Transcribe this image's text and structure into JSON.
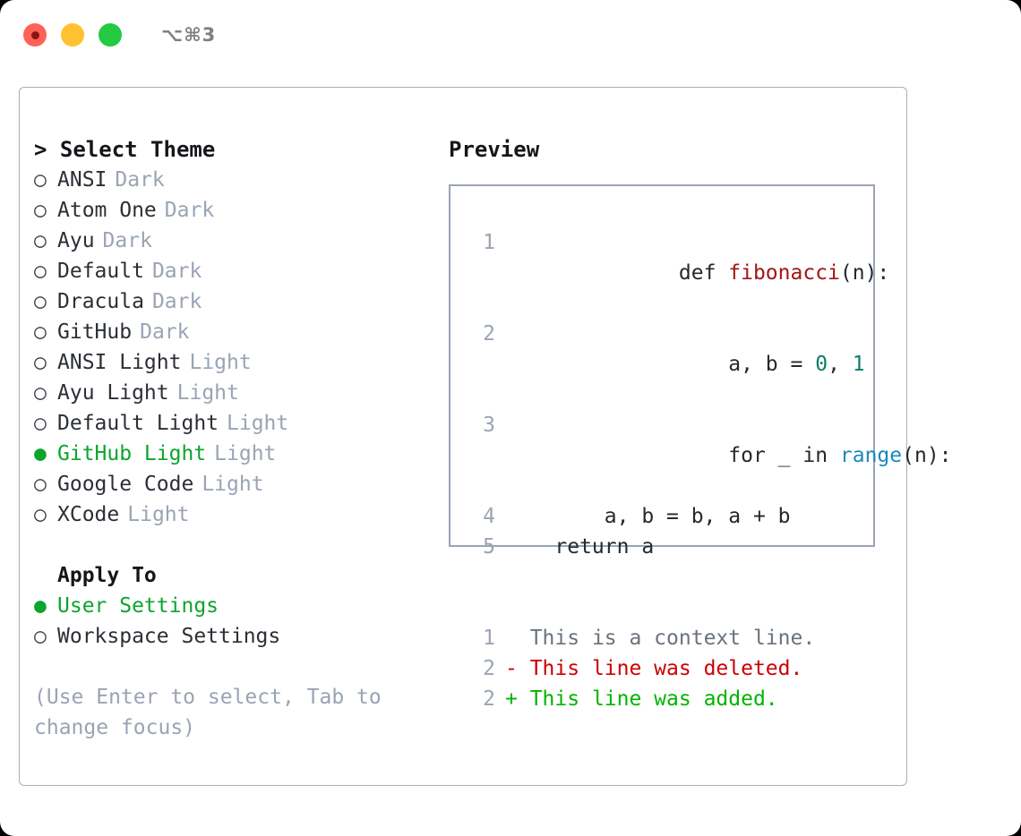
{
  "window": {
    "title": "⌥⌘3",
    "traffic_lights": [
      {
        "name": "close",
        "color": "#ff6158"
      },
      {
        "name": "minimize",
        "color": "#ffc130"
      },
      {
        "name": "maximize",
        "color": "#24ca41"
      }
    ]
  },
  "theme_picker": {
    "header": "> Select Theme",
    "radio_unselected_glyph": "○",
    "radio_selected_glyph": "●",
    "options": [
      {
        "marker": "○",
        "label": "ANSI",
        "suffix": "Dark",
        "selected": false
      },
      {
        "marker": "○",
        "label": "Atom One",
        "suffix": "Dark",
        "selected": false
      },
      {
        "marker": "○",
        "label": "Ayu",
        "suffix": "Dark",
        "selected": false
      },
      {
        "marker": "○",
        "label": "Default",
        "suffix": "Dark",
        "selected": false
      },
      {
        "marker": "○",
        "label": "Dracula",
        "suffix": "Dark",
        "selected": false
      },
      {
        "marker": "○",
        "label": "GitHub",
        "suffix": "Dark",
        "selected": false
      },
      {
        "marker": "○",
        "label": "ANSI Light",
        "suffix": "Light",
        "selected": false
      },
      {
        "marker": "○",
        "label": "Ayu Light",
        "suffix": "Light",
        "selected": false
      },
      {
        "marker": "○",
        "label": "Default Light",
        "suffix": "Light",
        "selected": false
      },
      {
        "marker": "●",
        "label": "GitHub Light",
        "suffix": "Light",
        "selected": true
      },
      {
        "marker": "○",
        "label": "Google Code",
        "suffix": "Light",
        "selected": false
      },
      {
        "marker": "○",
        "label": "XCode",
        "suffix": "Light",
        "selected": false
      }
    ]
  },
  "apply_to": {
    "header": "Apply To",
    "options": [
      {
        "marker": "●",
        "label": "User Settings",
        "selected": true
      },
      {
        "marker": "○",
        "label": "Workspace Settings",
        "selected": false
      }
    ]
  },
  "hint": "(Use Enter to select, Tab to change focus)",
  "preview": {
    "title": "Preview",
    "code_lines": [
      {
        "lineno": "1",
        "tokens": [
          {
            "text": "def ",
            "type": "plain"
          },
          {
            "text": "fibonacci",
            "type": "function"
          },
          {
            "text": "(n):",
            "type": "plain"
          }
        ]
      },
      {
        "lineno": "2",
        "tokens": [
          {
            "text": "    a, b = ",
            "type": "plain"
          },
          {
            "text": "0",
            "type": "number"
          },
          {
            "text": ", ",
            "type": "plain"
          },
          {
            "text": "1",
            "type": "number"
          }
        ]
      },
      {
        "lineno": "3",
        "tokens": [
          {
            "text": "    for _ in ",
            "type": "plain"
          },
          {
            "text": "range",
            "type": "call"
          },
          {
            "text": "(n):",
            "type": "plain"
          }
        ]
      },
      {
        "lineno": "4",
        "tokens": [
          {
            "text": "        a, b = b, a + b",
            "type": "plain"
          }
        ]
      },
      {
        "lineno": "5",
        "tokens": [
          {
            "text": "    return a",
            "type": "plain"
          }
        ]
      }
    ],
    "diff_lines": [
      {
        "lineno": "1",
        "marker": " ",
        "text": " This is a context line.",
        "kind": "context"
      },
      {
        "lineno": "2",
        "marker": "-",
        "text": " This line was deleted.",
        "kind": "deleted"
      },
      {
        "lineno": "2",
        "marker": "+",
        "text": " This line was added.",
        "kind": "added"
      }
    ]
  },
  "colors": {
    "selected_green": "#0ba52e",
    "diff_added": "#00b400",
    "diff_deleted": "#cc0000",
    "diff_context": "#6a737d",
    "token_function": "#a31515",
    "token_number": "#0e7c6b",
    "token_call": "#1a8ac0",
    "muted_text": "#9aa4b4",
    "border": "#a8b0bf"
  }
}
